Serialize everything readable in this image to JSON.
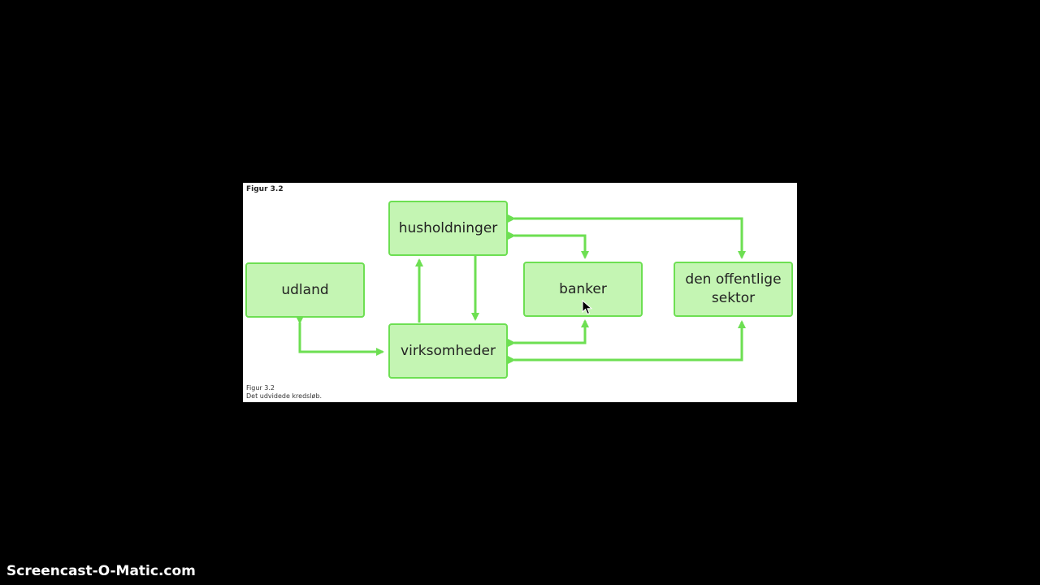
{
  "figure": {
    "title": "Figur 3.2",
    "caption_line1": "Figur 3.2",
    "caption_line2": "Det udvidede kredsløb."
  },
  "nodes": {
    "husholdninger": "husholdninger",
    "udland": "udland",
    "banker": "banker",
    "offentlige_line1": "den offentlige",
    "offentlige_line2": "sektor",
    "virksomheder": "virksomheder"
  },
  "colors": {
    "arrow": "#6ddf52",
    "node_fill": "#c4f5b3",
    "node_border": "#6ddf52"
  },
  "watermark": "Screencast-O-Matic.com"
}
